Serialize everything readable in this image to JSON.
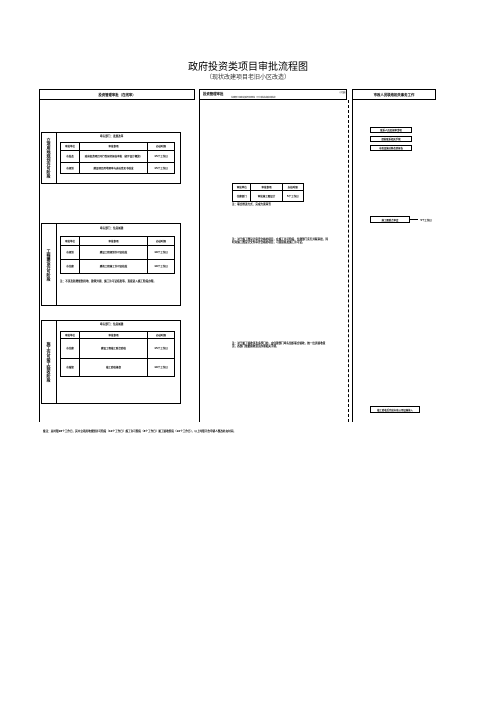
{
  "header": {
    "title": "政府投资类项目审批流程图",
    "subtitle": "（现状改建项目老旧小区改造）"
  },
  "lanes": {
    "lane1": "投资管理审批（在线审）",
    "lane2": "投资管理审批",
    "lane2_note": "住建部门组织的联合审查等（平行推进或联动推进）",
    "lane2_tag": "（可选）",
    "lane3": "市政人员联络相关事务工作"
  },
  "stage1": {
    "label": "立项用地规划许可阶段",
    "lead": "牵头部门：发展改革",
    "headers": [
      "审批单位",
      "审批事项",
      "办结时限"
    ],
    "rows": [
      [
        "市发改",
        "政府投资项目可行性研究报告审批（初步设计概算）",
        "15个工作日"
      ],
      [
        "市规划",
        "建设项目用地预审与选址意见书核发",
        "15个工作日"
      ]
    ]
  },
  "right_top": {
    "box1": "联系人员及报审事项",
    "box2": "提前联系相关手续",
    "box3": "市政设施迁移改造报告"
  },
  "mid_table": {
    "headers": [
      "审批单位",
      "审批事项",
      "办结时限"
    ],
    "row": [
      "住建部门",
      "审批施工图设计",
      "5个工作日"
    ],
    "note": "注：联合推进方式、完成方案审查"
  },
  "right_mid": {
    "box": "施工图联合审查",
    "days": "5个工作日"
  },
  "stage2": {
    "label": "工程建设许可阶段",
    "lead": "牵头部门：住房城建",
    "headers": [
      "审批单位",
      "审批事项",
      "办结时限"
    ],
    "rows": [
      [
        "市规划",
        "建设工程规划许可证核发",
        "10个工作日"
      ],
      [
        "市住建",
        "建筑工程施工许可证核发",
        "10个工作日"
      ]
    ],
    "note": "注：不涉及新增规划用地、建筑外观、施工许可证核发等，直接进入施工阶段办理。",
    "side_note": "注：对于施工图设计审查合格的项目，在施工许可阶段，住建部门实行并联审批，同时对施工图设计文件审查合格的项目，可直接核发施工许可证。"
  },
  "stage3": {
    "label": "施工许可竣工验收阶段",
    "lead": "牵头部门：住房城建",
    "headers": [
      "审批单位",
      "审批事项",
      "办结时限"
    ],
    "rows": [
      [
        "市住建",
        "建设工程竣工联合验收",
        "15个工作日"
      ],
      [
        "市城管",
        "竣工验收备案",
        "10个工作日"
      ]
    ],
    "side_note": "注：对于竣工验收涉及多部门的，由住建部门牵头组织联合验收，统一出具验收意见，各部门依据验收意见办理相关手续。",
    "right_box": "竣工验收后完成市政公用设施接入"
  },
  "footer": {
    "note": "备注：总时限28个工作日，其中立项用地规划许可阶段（10个工作日）施工许可阶段（8个工作日）竣工验收阶段（10个工作日）。以上时限不含申请人整改补充时间。"
  }
}
